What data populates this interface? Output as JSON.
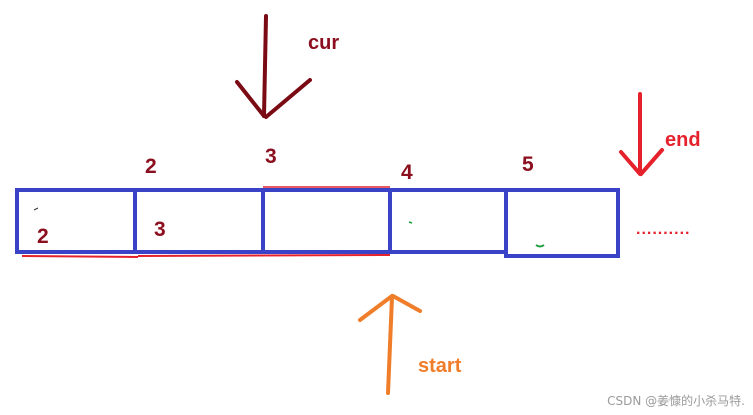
{
  "diagram": {
    "labels": {
      "cur": "cur",
      "end": "end",
      "start": "start",
      "ellipsis": "..........",
      "above_cell_2": "2",
      "above_cell_3": "3",
      "above_cell_4": "4",
      "above_cell_5": "5",
      "in_cell_1": "2",
      "in_cell_2": "3"
    },
    "cells": [
      {
        "value": "2"
      },
      {
        "value": "3"
      },
      {
        "value": ""
      },
      {
        "value": ""
      },
      {
        "value": ""
      }
    ]
  },
  "watermark": "CSDN @姜慷的小杀马特.",
  "colors": {
    "box_border": "#3a43c7",
    "cur_arrow": "#7a0b14",
    "end_arrow": "#e5212c",
    "start_arrow": "#f07d2a",
    "text_maroon": "#8b0f1e",
    "text_red": "#e5212c",
    "text_orange": "#f07d2a"
  }
}
